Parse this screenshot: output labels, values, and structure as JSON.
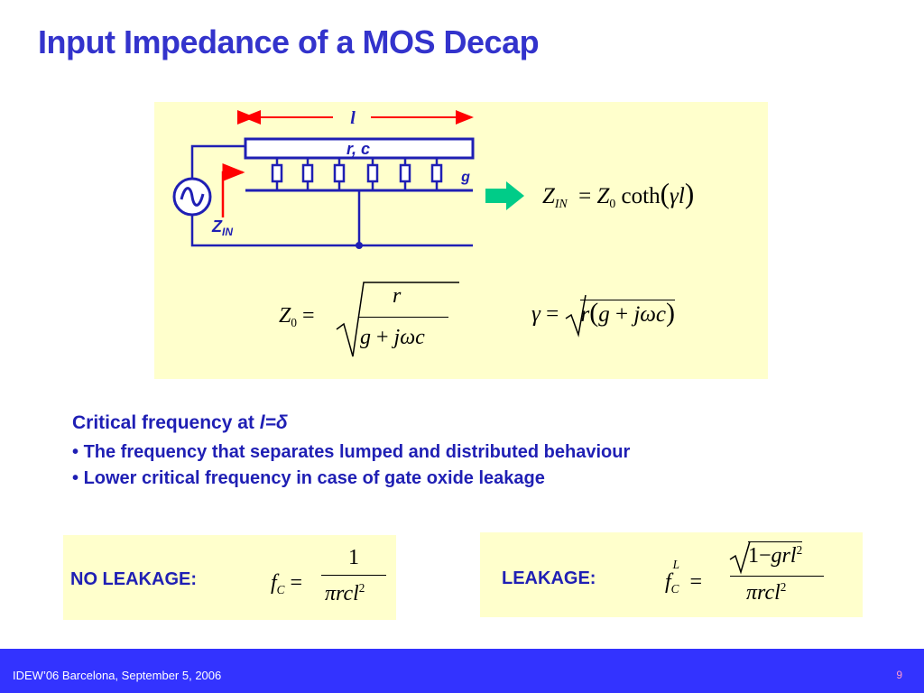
{
  "title": "Input Impedance of a MOS Decap",
  "diagram": {
    "length_label": "l",
    "line_label": "r, c",
    "shunt_label": "g",
    "zin_label": "Z",
    "zin_sub": "IN"
  },
  "equations": {
    "zin": "Z_IN = Z_0 coth(γl)",
    "z0": "Z_0 = sqrt(r / (g + jωc))",
    "gamma": "γ = sqrt(r(g + jωc))",
    "fc_noleak": "f_C = 1 / (π r c l^2)",
    "fc_leak": "f_C^L = sqrt(1 − g r l^2) / (π r c l^2)"
  },
  "critical": {
    "heading_prefix": "Critical frequency at ",
    "heading_var": "l=δ",
    "bullet1": "The frequency that separates lumped and distributed behaviour",
    "bullet2": "Lower critical frequency in case of gate oxide leakage"
  },
  "noleak_label": "NO LEAKAGE:",
  "leak_label": "LEAKAGE:",
  "footer": {
    "text": "IDEW’06 Barcelona, September 5, 2006",
    "page": "9"
  },
  "colors": {
    "title": "#3333cc",
    "text": "#1f1fb4",
    "panel": "#ffffcc",
    "footer": "#3333ff",
    "arrow": "#00cc88",
    "red": "#ff0000"
  }
}
